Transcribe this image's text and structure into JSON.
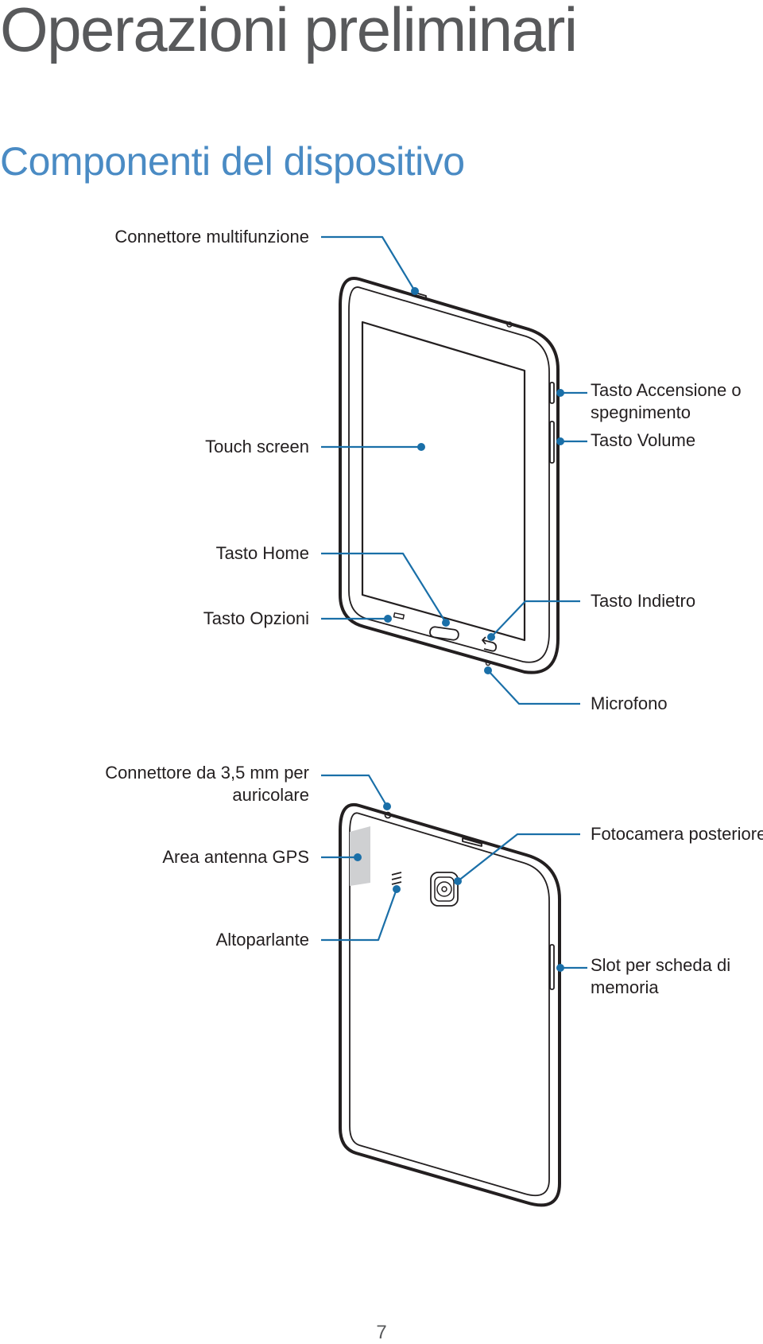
{
  "page": {
    "title": "Operazioni preliminari",
    "section_title": "Componenti del dispositivo",
    "page_number": "7"
  },
  "colors": {
    "title": "#58595b",
    "section_title": "#4a8bc4",
    "leader_line": "#1a6fa8",
    "device_outline": "#231f20",
    "gps_area": "#cfd0d2"
  },
  "front_view": {
    "labels": {
      "multipurpose_jack": "Connettore multifunzione",
      "touch_screen": "Touch screen",
      "power_key_line1": "Tasto Accensione o",
      "power_key_line2": "spegnimento",
      "volume_key": "Tasto Volume",
      "home_key": "Tasto Home",
      "options_key": "Tasto Opzioni",
      "back_key": "Tasto Indietro",
      "microphone": "Microfono"
    }
  },
  "back_view": {
    "labels": {
      "headset_jack_line1": "Connettore da 3,5 mm per",
      "headset_jack_line2": "auricolare",
      "gps_antenna": "Area antenna GPS",
      "speaker": "Altoparlante",
      "rear_camera": "Fotocamera posteriore",
      "memory_slot_line1": "Slot per scheda di",
      "memory_slot_line2": "memoria"
    }
  }
}
